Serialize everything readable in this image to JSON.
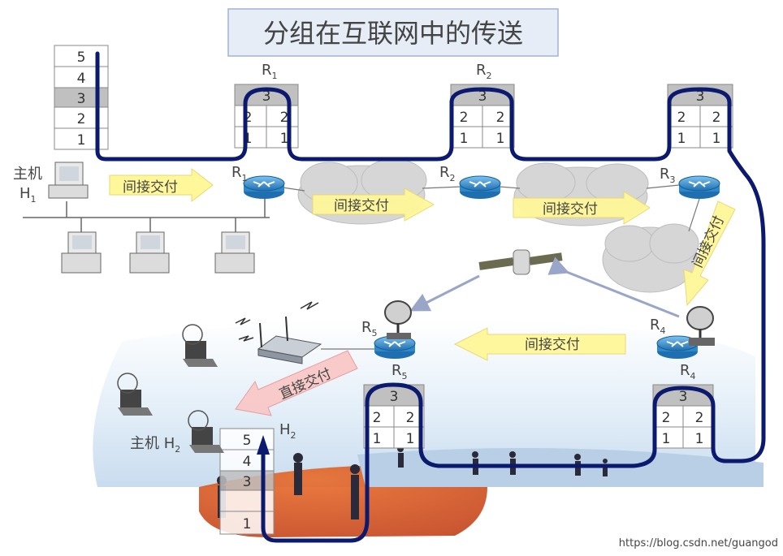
{
  "title": "分组在互联网中的传送",
  "watermark": "https://blog.csdn.net/guangod",
  "hosts": {
    "h1": {
      "label": "主机",
      "name": "H",
      "sub": "1"
    },
    "h2": {
      "label": "主机 H",
      "sub": "2",
      "stack_label": "H",
      "stack_sub": "2"
    }
  },
  "routers": {
    "r1": {
      "name": "R",
      "sub": "1"
    },
    "r2": {
      "name": "R",
      "sub": "2"
    },
    "r3": {
      "name": "R",
      "sub": "3"
    },
    "r4": {
      "name": "R",
      "sub": "4"
    },
    "r5": {
      "name": "R",
      "sub": "5"
    }
  },
  "layers": {
    "l1": "1",
    "l2": "2",
    "l3": "3",
    "l4": "4",
    "l5": "5"
  },
  "arrows": {
    "indirect": "间接交付",
    "direct": "直接交付"
  },
  "colors": {
    "path": "#0b1a6e",
    "arrow_yellow": "#fff799",
    "arrow_pink": "#f9c8c8",
    "router_blue": "#1f7fc4",
    "cloud": "#d6d6d6",
    "layer3": "#c0c0c0"
  }
}
